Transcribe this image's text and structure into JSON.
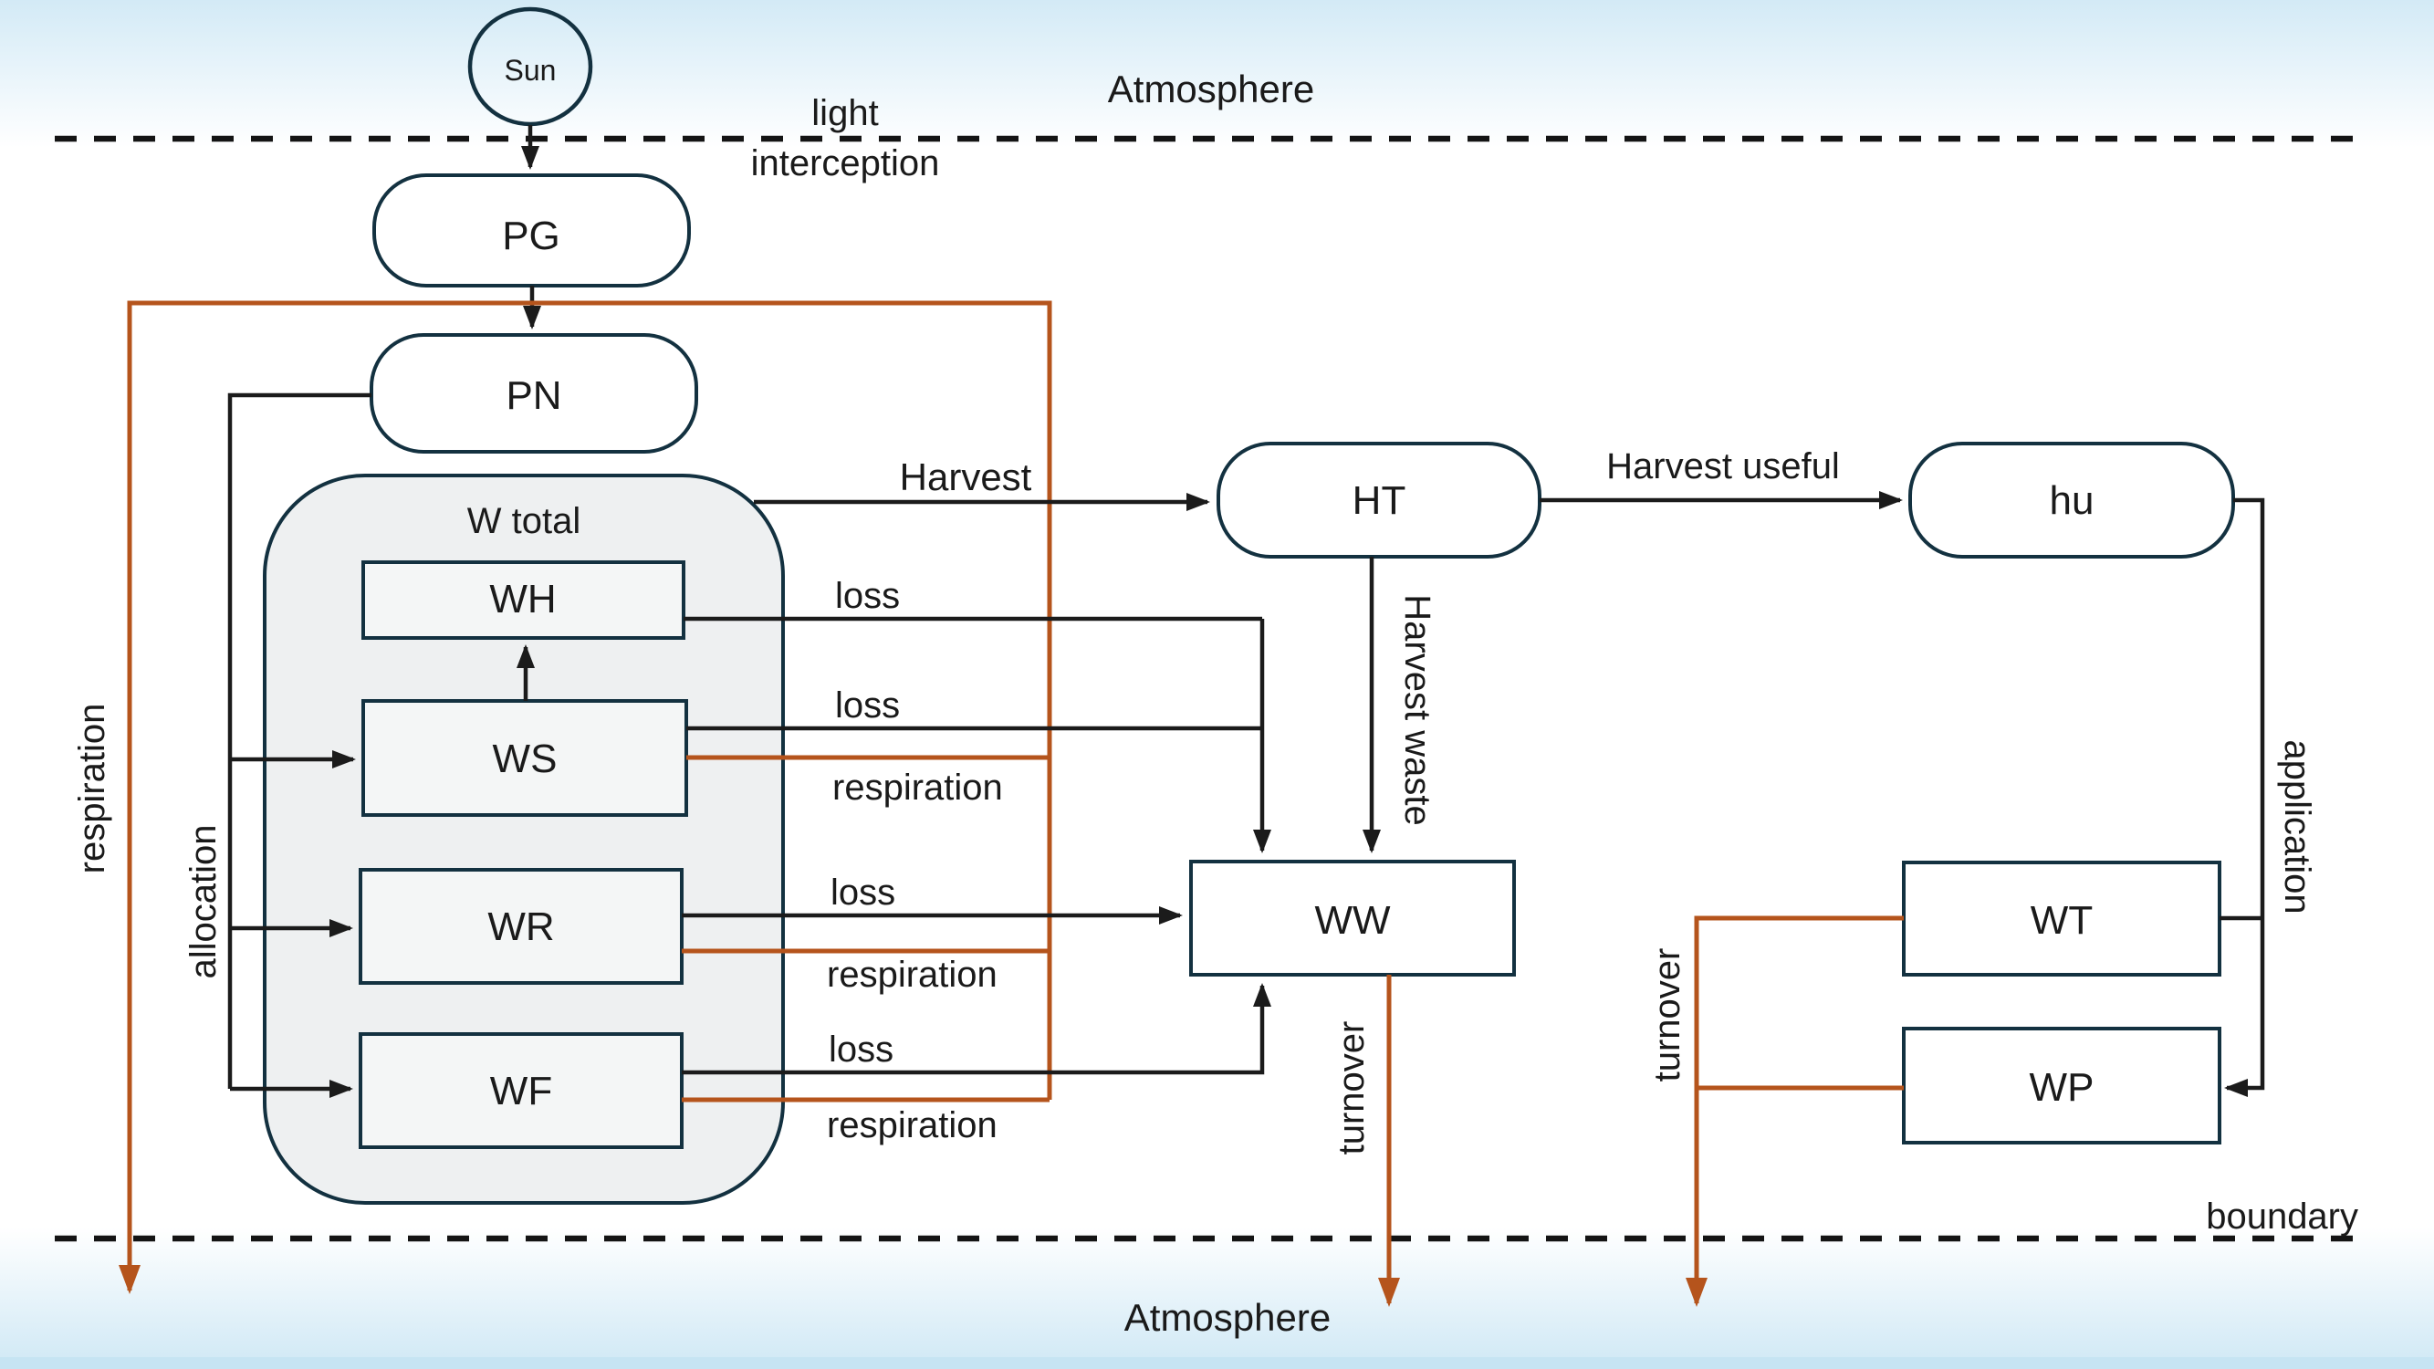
{
  "diagram": {
    "title_context": "biomass / carbon flow model",
    "zones": {
      "atmosphere_top": "Atmosphere",
      "atmosphere_bottom": "Atmosphere",
      "boundary": "boundary"
    },
    "nodes": {
      "sun": "Sun",
      "pg": "PG",
      "pn": "PN",
      "w_total": "W total",
      "wh": "WH",
      "ws": "WS",
      "wr": "WR",
      "wf": "WF",
      "ht": "HT",
      "hu": "hu",
      "ww": "WW",
      "wt": "WT",
      "wp": "WP"
    },
    "edges": {
      "light_line1": "light",
      "light_line2": "interception",
      "harvest": "Harvest",
      "harvest_useful": "Harvest useful",
      "harvest_waste": "Harvest waste",
      "allocation": "allocation",
      "respiration_main": "respiration",
      "respiration_ws": "respiration",
      "respiration_wr": "respiration",
      "respiration_wf": "respiration",
      "loss_wh": "loss",
      "loss_ws": "loss",
      "loss_wr": "loss",
      "loss_wf": "loss",
      "turnover_ww": "turnover",
      "turnover_right": "turnover",
      "application": "application"
    },
    "colors": {
      "shape_stroke": "#133140",
      "flow_black": "#1b1b1b",
      "respiration_orange": "#b5541c",
      "container_fill": "#eef0f1",
      "inner_box_fill": "#f4f6f6",
      "sky_blue": "#d3eaf6",
      "bottom_strip_blue": "#c6e4f3"
    }
  }
}
